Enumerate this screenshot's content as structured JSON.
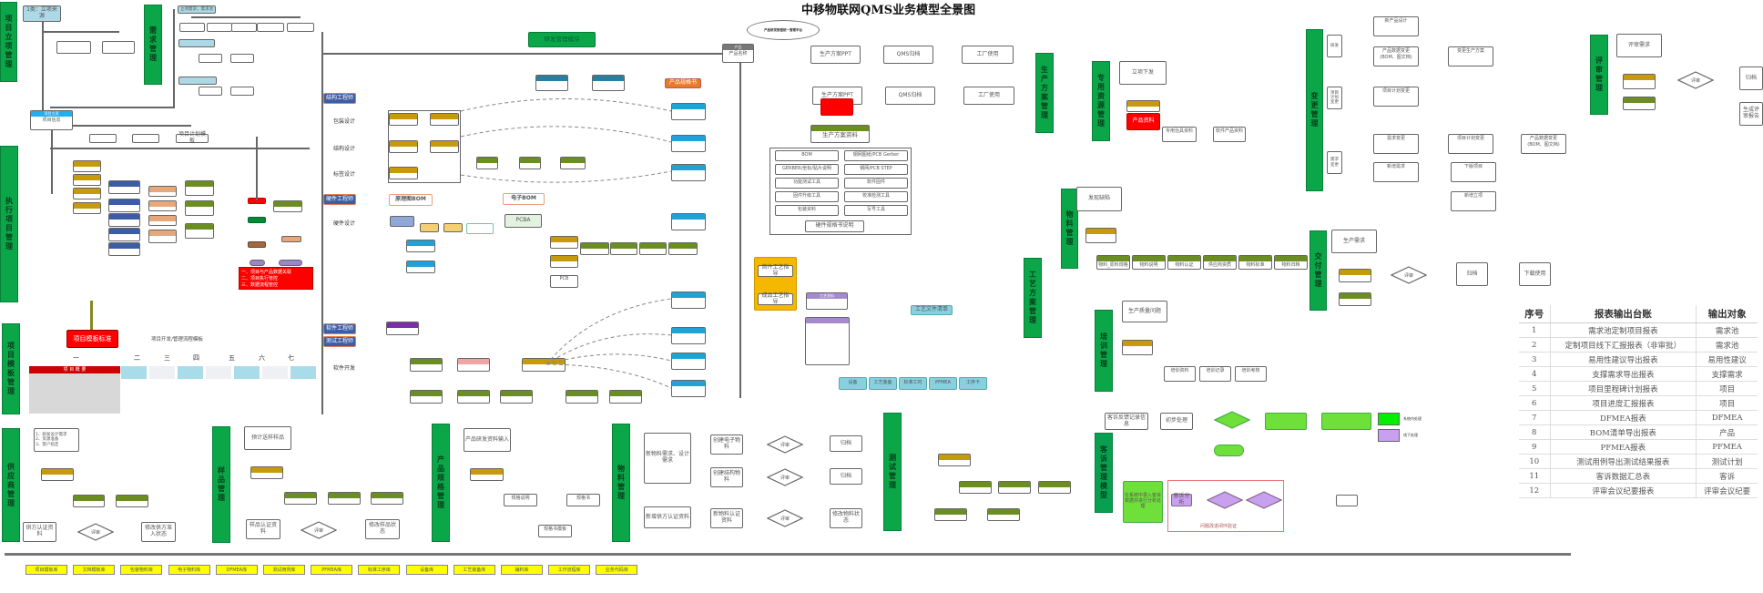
{
  "title": "中移物联网QMS业务模型全景图",
  "modules": {
    "project_mgmt": "项目立项管理",
    "demand_mgmt": "需求管理",
    "exec_project_mgmt": "执行项目管理",
    "project_template_mgmt": "项目模板管理",
    "rd_mgmt_module": "研发管理模块",
    "production_plan_mgmt": "生产方案管理",
    "special_resource_mgmt": "专用资源管理",
    "change_mgmt": "变更管理",
    "review_mgmt": "评审管理",
    "material_mgmt": "物料管理",
    "process_plan_mgmt": "工艺方案管理",
    "delivery_mgmt": "交付管理",
    "training_mgmt": "培训管理",
    "supplier_mgmt": "供应商管理",
    "sample_mgmt": "样品管理",
    "product_spec_mgmt": "产品规格管理",
    "materials_mgmt2": "物料管理",
    "test_mgmt": "测试管理",
    "complaint_mgmt": "客诉管理模型"
  },
  "top_left": {
    "project_source": "1类：立项来源",
    "demand_source": "立项需求；需求池",
    "project_approval": "项目立项",
    "project_info": "项目信息",
    "plan_template": "项目计划模板",
    "exec_alert": [
      "一、项目与产品数据关联",
      "二、项目执行管控",
      "三、数据流程管控"
    ]
  },
  "template_area": {
    "template_btn": "项目模板标准",
    "phases_title": "项目开发/管理流程模板",
    "phases": [
      "一",
      "二",
      "三",
      "四",
      "五",
      "六",
      "七"
    ],
    "summary_header": "项 目 概 要"
  },
  "rd": {
    "package_design": "包装设计",
    "structure_design": "结构设计",
    "label_design": "标签设计",
    "struct_engineer": "结构工程师",
    "hw_engineer": "硬件工程师",
    "sw_engineer": "软件工程师",
    "test_engineer": "测试工程师",
    "hw_design": "硬件设计",
    "sw_dev": "软件开发",
    "elec_bom": "电子BOM",
    "struct_bom": "原理图BOM",
    "pcba": "PCBA",
    "pcb": "PCB",
    "product": "产品",
    "product_name": "产品名称",
    "oval_note": "产品研发数据统一管理平台",
    "product_spec": "产品规格书"
  },
  "production": {
    "plan_a": "生产方案PPT",
    "plan_b": "生产方案PPT",
    "qms": "QMS归档",
    "factory": "工厂使用",
    "materials_header": "生产方案资料",
    "materials": [
      "BOM",
      "GERBER/坐标/贴片说明",
      "功能测试工具",
      "固件升级工具",
      "包装资料",
      "钢网图纸/PCB Gerber",
      "钢网/PCB STEP",
      "软件固件",
      "校准检测工具",
      "写号工具"
    ],
    "hw_spec": "硬件规格书说明"
  },
  "process": {
    "process_files": [
      "首件工艺指导",
      "成品工艺指导"
    ],
    "pe_docs": "工艺资料",
    "items": [
      "设备",
      "工艺装备",
      "标准工时",
      "PFMEA",
      "工序卡"
    ],
    "outline": "工艺文件清单"
  },
  "special_resource": {
    "source": "立项下发",
    "red_note": "产品资料",
    "children": [
      "专用治具资料",
      "软件产品资料"
    ]
  },
  "change": {
    "groups": [
      "研发",
      "项目计划变更",
      "需求变更"
    ],
    "nodes": [
      "新产品设计",
      "产品数据变更(BOM、图文档)",
      "变更生产方案",
      "项目计划变更",
      "需求变更",
      "项目计划变更",
      "产品数据变更(BOM、图文档)",
      "新增需求",
      "下版项目",
      "新增立项"
    ]
  },
  "review": {
    "source": "评审需求",
    "decision": "评审",
    "archive": "归档",
    "report": "生成评审报告"
  },
  "material": {
    "change": "发现缺陷",
    "items": [
      "物料_原料规格",
      "物料说明",
      "物料认证",
      "供应商资质",
      "物料标准",
      "物料归档"
    ]
  },
  "delivery": {
    "source": "生产需求",
    "decision": "评审",
    "archive": "归档",
    "download": "下载使用"
  },
  "training": {
    "source": "生产质量问题",
    "children": [
      "培训资料",
      "培训记录",
      "培训考核"
    ]
  },
  "complaint": {
    "input": "客诉反馈记录信息",
    "step": "初步处理",
    "green_note": "在系统中录入客诉数据并进行分析处理",
    "purple_box": "客诉分析",
    "red_label": "问题改进闭环验证",
    "legend": [
      "系统内处理",
      "线下处理"
    ]
  },
  "bottom_flows": {
    "supplier": {
      "source": [
        "1、研发设计需求",
        "2、资源准备",
        "3、客户指定"
      ],
      "doc": "供方认证资料",
      "decision": "评审",
      "result": "修改供方准入状态"
    },
    "sample": {
      "source": "预计送样样品",
      "doc": "样品认证资料",
      "decision": "评审",
      "result": "修改样品状态"
    },
    "spec": {
      "source": "产品研发资料输入",
      "children": [
        "规格说明",
        "规格书",
        "规格书模板"
      ]
    },
    "material": {
      "source1": "新物料需求、设计需求",
      "source2": "新增供方认证资料",
      "decision": "评审",
      "archive": "归档",
      "docs": [
        "创建电子物料",
        "创建结构物料",
        "新物料认证资料"
      ],
      "result": "修改物料状态"
    }
  },
  "report_table": {
    "headers": [
      "序号",
      "报表输出台账",
      "输出对象"
    ],
    "rows": [
      [
        "1",
        "需求池定制项目报表",
        "需求池"
      ],
      [
        "2",
        "定制项目线下汇报报表（非审批）",
        "需求池"
      ],
      [
        "3",
        "易用性建议导出报表",
        "易用性建议"
      ],
      [
        "4",
        "支撑需求导出报表",
        "支撑需求"
      ],
      [
        "5",
        "项目里程碑计划报表",
        "项目"
      ],
      [
        "6",
        "项目进度汇报报表",
        "项目"
      ],
      [
        "7",
        "DFMEA报表",
        "DFMEA"
      ],
      [
        "8",
        "BOM清单导出报表",
        "产品"
      ],
      [
        "9",
        "PFMEA报表",
        "PFMEA"
      ],
      [
        "10",
        "测试用例导出测试结果报表",
        "测试计划"
      ],
      [
        "11",
        "客诉数据汇总表",
        "客诉"
      ],
      [
        "12",
        "评审会议纪要报表",
        "评审会议纪要"
      ]
    ]
  },
  "libraries": [
    "项目模板库",
    "文档模板库",
    "包装物料库",
    "电子物料库",
    "DFMEA库",
    "测试用例库",
    "PFMEA库",
    "标准工序库",
    "设备库",
    "工艺装备库",
    "辅料库",
    "工作流程库",
    "业务代码库"
  ]
}
